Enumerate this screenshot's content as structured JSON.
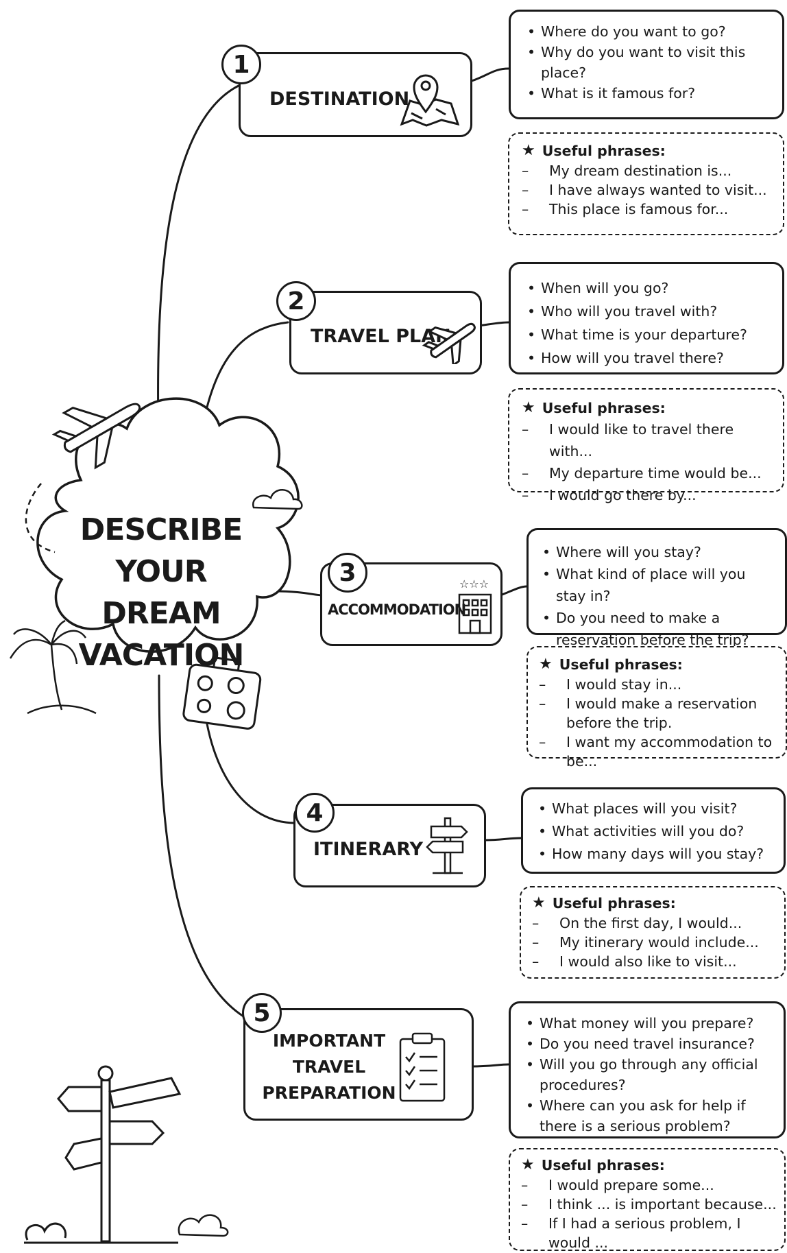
{
  "title": "DESCRIBE YOUR DREAM VACATION",
  "title_lines": [
    "DESCRIBE",
    "YOUR DREAM",
    "VACATION"
  ],
  "sections": [
    {
      "number": "1",
      "label": "DESTINATION",
      "icon": "map-pin-icon",
      "questions": [
        "Where do you want to go?",
        "Why do you want to visit this place?",
        "What is it famous for?"
      ],
      "phrases_title": "Useful phrases:",
      "phrases": [
        "My dream destination is...",
        "I have always wanted to visit...",
        "This place is famous for..."
      ]
    },
    {
      "number": "2",
      "label": "TRAVEL PLAN",
      "icon": "airplane-icon",
      "questions": [
        "When will you go?",
        "Who will you travel with?",
        "What time is your departure?",
        "How will you travel there?"
      ],
      "phrases_title": "Useful phrases:",
      "phrases": [
        "I would like to travel there with...",
        "My departure time would be...",
        "I would go there by..."
      ]
    },
    {
      "number": "3",
      "label": "ACCOMMODATION",
      "icon": "hotel-icon",
      "questions": [
        "Where will you stay?",
        "What kind of place will you stay in?",
        "Do you need to make a reservation before the trip?"
      ],
      "phrases_title": "Useful phrases:",
      "phrases": [
        "I would stay in...",
        "I would make a reservation before the trip.",
        "I want my accommodation to be..."
      ]
    },
    {
      "number": "4",
      "label": "ITINERARY",
      "icon": "signpost-icon",
      "questions": [
        "What places will you visit?",
        "What activities will you do?",
        "How many days will you stay?"
      ],
      "phrases_title": "Useful phrases:",
      "phrases": [
        "On the first day, I would...",
        "My itinerary would include...",
        "I would also like to visit..."
      ]
    },
    {
      "number": "5",
      "label": "IMPORTANT TRAVEL PREPARATION",
      "label_lines": [
        "IMPORTANT",
        "TRAVEL",
        "PREPARATION"
      ],
      "icon": "clipboard-checklist-icon",
      "questions": [
        "What money will you prepare?",
        "Do you need travel insurance?",
        "Will you go through any official procedures?",
        "Where can you ask for help if there is a serious problem?"
      ],
      "phrases_title": "Useful phrases:",
      "phrases": [
        "I would prepare some...",
        "I think ... is important because...",
        "If I had a serious problem, I would ..."
      ]
    }
  ],
  "decorations": [
    "airplane-icon",
    "cloud-icon",
    "palm-tree-icon",
    "suitcase-icon",
    "signpost-icon"
  ]
}
